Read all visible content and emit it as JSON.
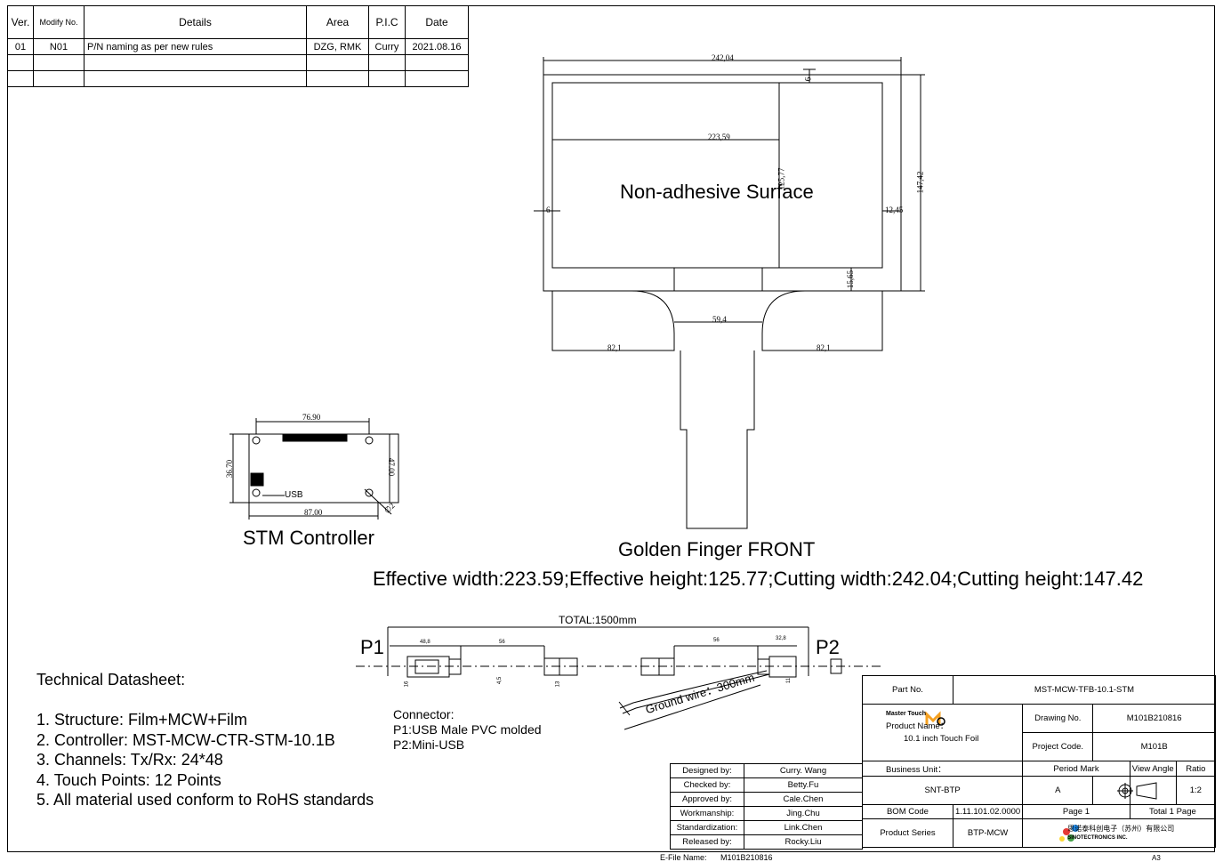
{
  "revision_table": {
    "headers": [
      "Ver.",
      "Modify No.",
      "Details",
      "Area",
      "P.I.C",
      "Date"
    ],
    "rows": [
      [
        "01",
        "N01",
        "P/N naming as per new rules",
        "DZG, RMK",
        "Curry",
        "2021.08.16"
      ],
      [
        "",
        "",
        "",
        "",
        "",
        ""
      ],
      [
        "",
        "",
        "",
        "",
        "",
        ""
      ]
    ]
  },
  "panel": {
    "surface_label": "Non-adhesive Surface",
    "dims": {
      "cutting_width": "242,04",
      "effective_width": "223,59",
      "effective_height": "125,77",
      "cutting_height": "147,42",
      "top_margin": "6",
      "left_margin": "6",
      "right_margin": "12,45",
      "tail_gap": "15,65",
      "tail_width": "59,4",
      "left_shoulder": "82,1",
      "right_shoulder": "82,1"
    },
    "caption": "Golden Finger FRONT",
    "spec_line": "Effective width:223.59;Effective height:125.77;Cutting width:242.04;Cutting height:147.42"
  },
  "controller": {
    "dims": {
      "top": "76.90",
      "left": "36.70",
      "right": "47.00",
      "bottom": "87.00",
      "hole": "∅2"
    },
    "usb_label": "USB",
    "caption": "STM Controller"
  },
  "cable": {
    "total_label": "TOTAL:1500mm",
    "p1": "P1",
    "p2": "P2",
    "dims": {
      "d1": "48,8",
      "d2": "56",
      "d3": "56",
      "d4": "32,8",
      "h1": "16",
      "h2": "4,5",
      "h3": "13",
      "h4": "11"
    },
    "ground_wire": "Ground wire：300mm",
    "connector_lines": [
      "Connector:",
      "P1:USB Male PVC molded",
      "P2:Mini-USB"
    ]
  },
  "tech": {
    "heading": "Technical Datasheet:",
    "items": [
      "1. Structure: Film+MCW+Film",
      "2. Controller: MST-MCW-CTR-STM-10.1B",
      "3. Channels: Tx/Rx: 24*48",
      "4. Touch Points: 12 Points",
      "5. All material used conform to RoHS standards"
    ]
  },
  "title_block": {
    "part_no_label": "Part No.",
    "part_no": "MST-MCW-TFB-10.1-STM",
    "brand": "Master Touch",
    "product_name_label": "Product Name：",
    "product_name": "10.1 inch Touch Foil",
    "drawing_no_label": "Drawing No.",
    "drawing_no": "M101B210816",
    "project_code_label": "Project Code.",
    "project_code": "M101B",
    "business_unit_label": "Business Unit：",
    "business_unit": "SNT-BTP",
    "period_mark_label": "Period Mark",
    "period_mark": "A",
    "view_angle_label": "View Angle",
    "ratio_label": "Ratio",
    "ratio": "1:2",
    "bom_code_label": "BOM Code",
    "bom_code": "1.11.101.02.0000",
    "page": "Page 1",
    "total_pages": "Total 1 Page",
    "product_series_label": "Product Series",
    "product_series": "BTP-MCW",
    "company_cn": "思诺泰科创电子（苏州）有限公司",
    "company_en": "SINOTECTRONICS INC.",
    "signoffs": [
      [
        "Designed by:",
        "Curry. Wang"
      ],
      [
        "Checked by:",
        "Betty.Fu"
      ],
      [
        "Approved by:",
        "Cale.Chen"
      ],
      [
        "Workmanship:",
        "Jing.Chu"
      ],
      [
        "Standardization:",
        "Link.Chen"
      ],
      [
        "Released by:",
        "Rocky.Liu"
      ]
    ],
    "efile_label": "E-File Name:",
    "efile": "M101B210816",
    "sheet_size": "A3"
  }
}
